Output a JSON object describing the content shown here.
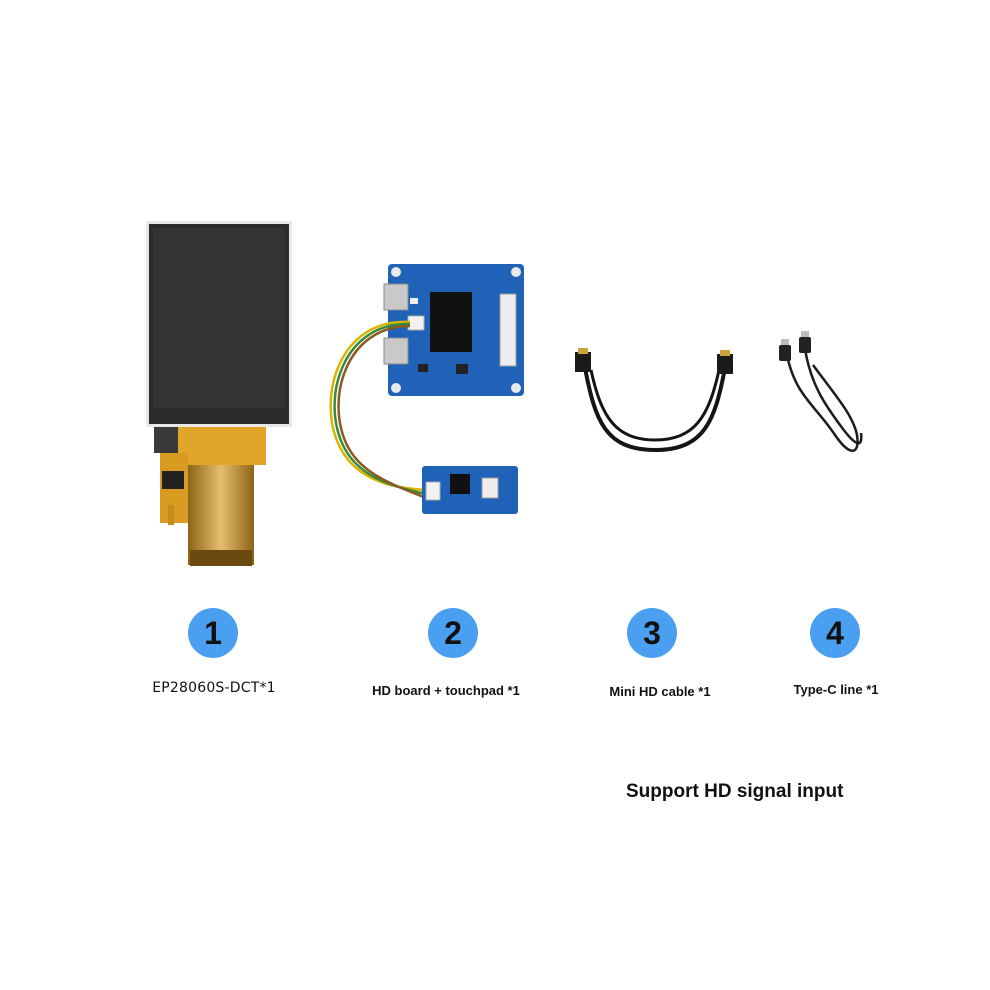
{
  "colors": {
    "badge_blue": "#4a9ff0",
    "board_blue": "#1f62b8",
    "flex_gold": "#d99a22",
    "screen_black": "#2a2a2a"
  },
  "items": [
    {
      "number": "1",
      "caption": "EP28060S-DCT*1",
      "depicts": "lcd-display-panel"
    },
    {
      "number": "2",
      "caption": "HD board + touchpad *1",
      "depicts": "driver-board-and-touch-board"
    },
    {
      "number": "3",
      "caption": "Mini HD cable *1",
      "depicts": "mini-hdmi-cable"
    },
    {
      "number": "4",
      "caption": "Type-C line *1",
      "depicts": "usb-type-c-cable"
    }
  ],
  "footer_note": "Support HD signal input"
}
